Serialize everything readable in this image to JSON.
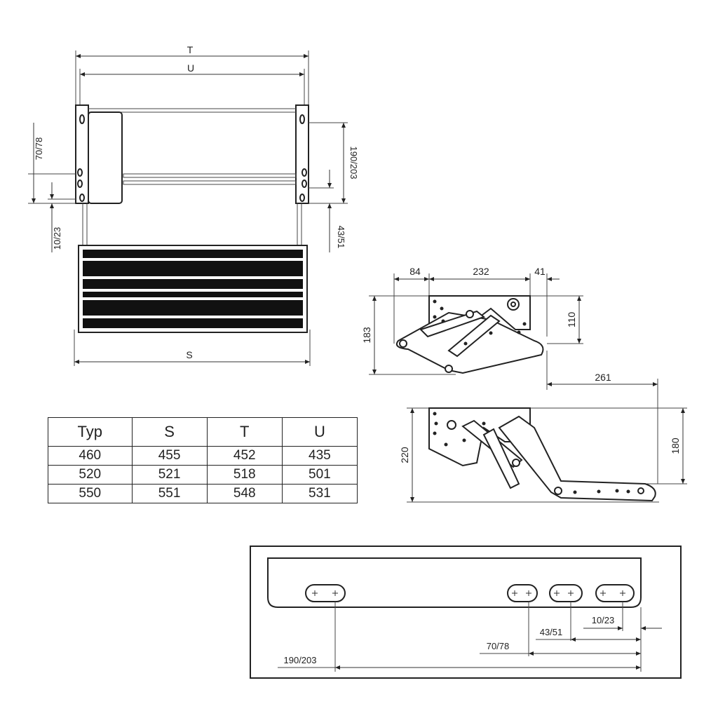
{
  "front_view": {
    "label_T": "T",
    "label_U": "U",
    "label_S": "S",
    "label_70_78": "70/78",
    "label_10_23": "10/23",
    "label_190_203": "190/203",
    "label_43_51": "43/51"
  },
  "side_view_retracted": {
    "label_84": "84",
    "label_232": "232",
    "label_41": "41",
    "label_183": "183",
    "label_110": "110"
  },
  "side_view_extended": {
    "label_261": "261",
    "label_220": "220",
    "label_180": "180"
  },
  "spec_table": {
    "headers": [
      "Typ",
      "S",
      "T",
      "U"
    ],
    "rows": [
      [
        "460",
        "455",
        "452",
        "435"
      ],
      [
        "520",
        "521",
        "518",
        "501"
      ],
      [
        "550",
        "551",
        "548",
        "531"
      ]
    ]
  },
  "bracket_detail": {
    "label_10_23": "10/23",
    "label_43_51": "43/51",
    "label_70_78": "70/78",
    "label_190_203": "190/203"
  }
}
